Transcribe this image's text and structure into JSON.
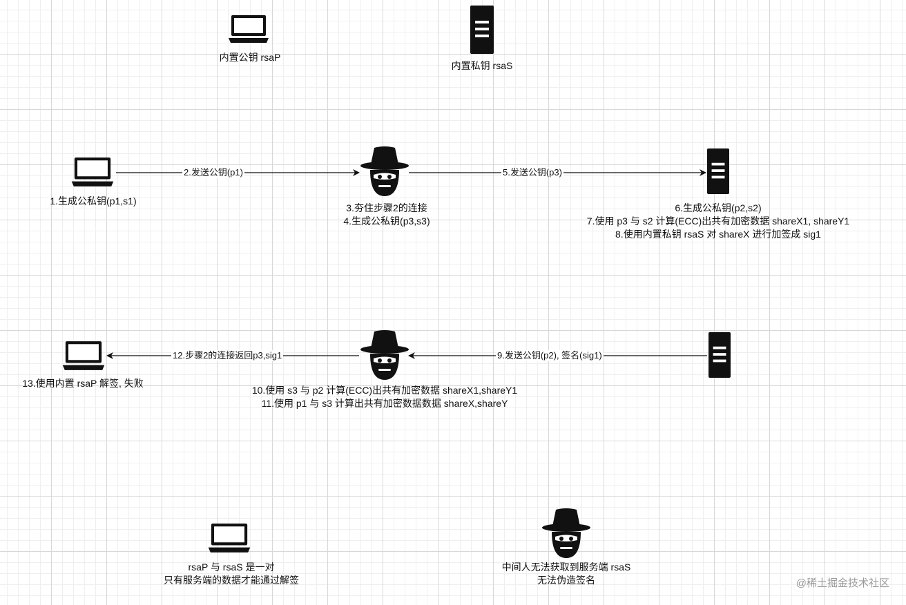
{
  "legend_top": {
    "client_label": "内置公钥 rsaP",
    "server_label": "内置私钥 rsaS"
  },
  "row1": {
    "client_label": "1.生成公私钥(p1,s1)",
    "edge_left_label": "2.发送公钥(p1)",
    "mitm_label": [
      "3.夯住步骤2的连接",
      "4.生成公私钥(p3,s3)"
    ],
    "edge_right_label": "5.发送公钥(p3)",
    "server_label": [
      "6.生成公私钥(p2,s2)",
      "7.使用 p3 与 s2 计算(ECC)出共有加密数据 shareX1, shareY1",
      "8.使用内置私钥 rsaS 对 shareX 进行加签成 sig1"
    ]
  },
  "row2": {
    "client_label": "13.使用内置 rsaP 解签, 失败",
    "edge_left_label": "12.步骤2的连接返回p3,sig1",
    "mitm_label": [
      "10.使用 s3 与 p2 计算(ECC)出共有加密数据 shareX1,shareY1",
      "11.使用 p1 与 s3 计算出共有加密数据数据 shareX,shareY"
    ],
    "edge_right_label": "9.发送公钥(p2), 签名(sig1)"
  },
  "notes": {
    "left": [
      "rsaP 与 rsaS 是一对",
      "只有服务端的数据才能通过解签"
    ],
    "right": [
      "中间人无法获取到服务端 rsaS",
      "无法伪造签名"
    ]
  },
  "watermark": "@稀土掘金技术社区",
  "colors": {
    "ink": "#111111",
    "grid": "#d8d8d8",
    "watermark": "#9a9a9a"
  }
}
